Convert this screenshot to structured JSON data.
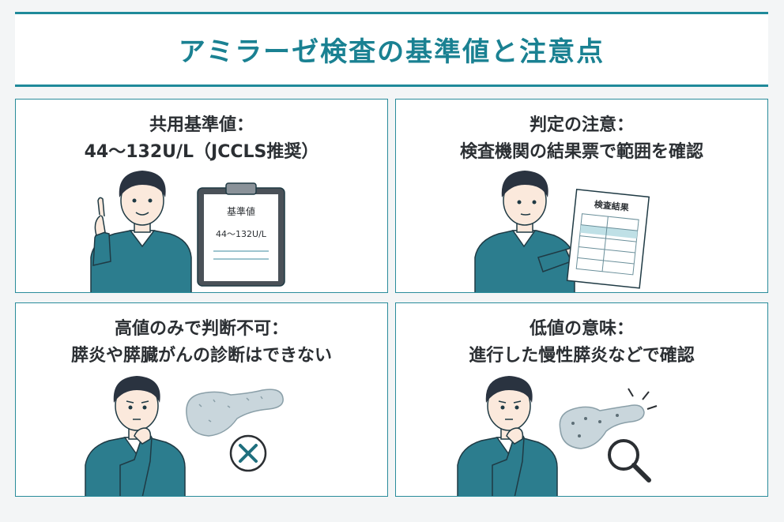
{
  "title": "アミラーゼ検査の基準値と注意点",
  "panels": [
    {
      "line1": "共用基準値：",
      "line2": "44～132U/L（JCCLS推奨）",
      "board_title": "基準値",
      "board_value": "44～132U/L"
    },
    {
      "line1": "判定の注意：",
      "line2": "検査機関の結果票で範囲を確認",
      "sheet_title": "検査結果"
    },
    {
      "line1": "高値のみで判断不可：",
      "line2": "膵炎や膵臓がんの診断はできない"
    },
    {
      "line1": "低値の意味：",
      "line2": "進行した慢性膵炎などで確認"
    }
  ],
  "colors": {
    "accent": "#1a8192",
    "border": "#2a8c9b",
    "sweater": "#2c7d8e",
    "hair": "#2a3340",
    "skin": "#fbe9dc",
    "pancreas": "#c9d6dc"
  }
}
